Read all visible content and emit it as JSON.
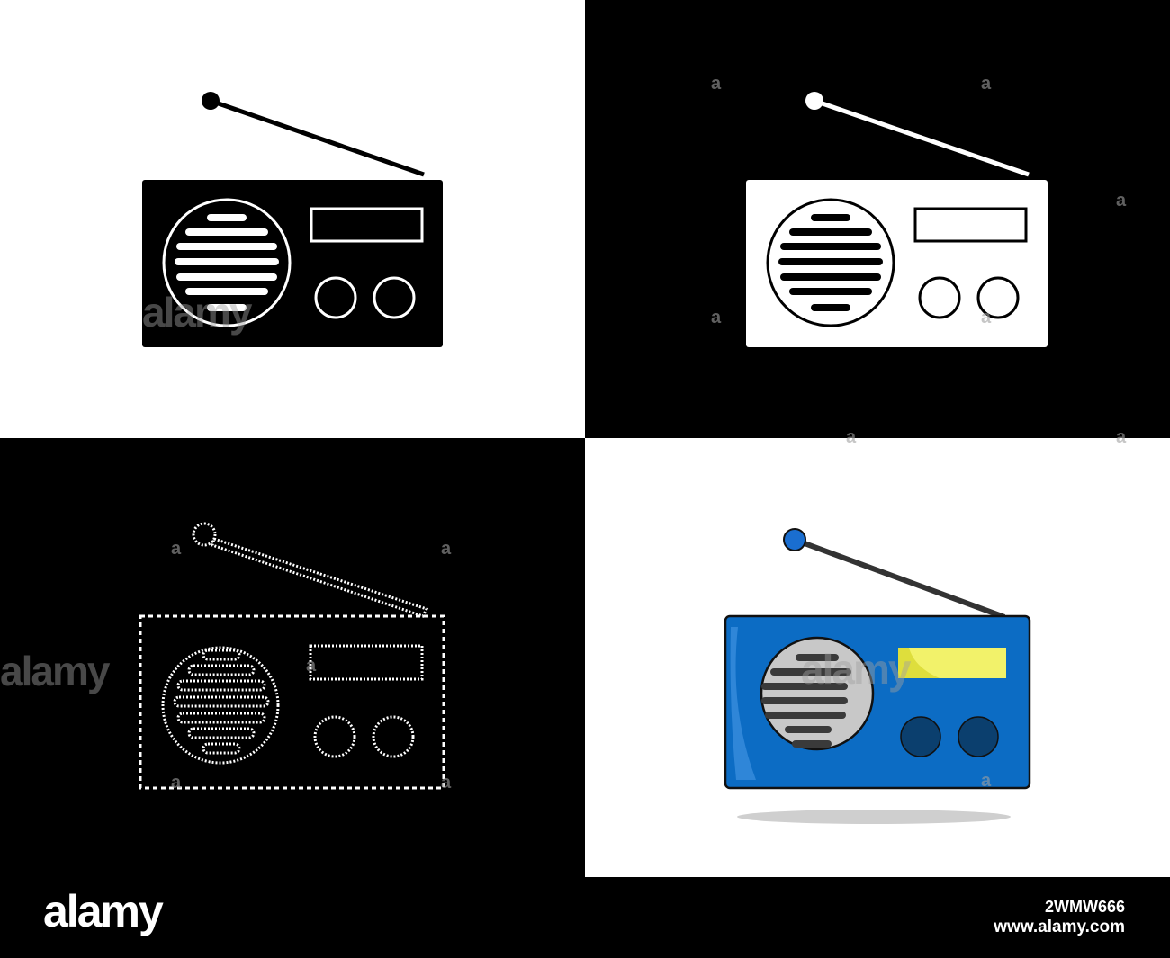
{
  "footer": {
    "logo": "alamy",
    "image_id": "2WMW666",
    "site": "www.alamy.com"
  },
  "watermark": {
    "word": "alamy",
    "letter": "a"
  },
  "panels": [
    {
      "id": "solid-black-radio",
      "background": "#ffffff",
      "style": "black silhouette"
    },
    {
      "id": "solid-white-radio",
      "background": "#000000",
      "style": "white silhouette"
    },
    {
      "id": "dotted-outline-radio",
      "background": "#000000",
      "style": "dotted white outline"
    },
    {
      "id": "flat-color-radio",
      "background": "#ffffff",
      "style": "flat color",
      "colors": {
        "body": "#0c6cc4",
        "display": "#f2f26a",
        "speaker": "#c8c8c8",
        "knob": "#0b3f6e",
        "antenna_tip": "#1a6ed0",
        "shadow": "#cfcfcf"
      }
    }
  ],
  "icons": [
    "radio-icon"
  ]
}
